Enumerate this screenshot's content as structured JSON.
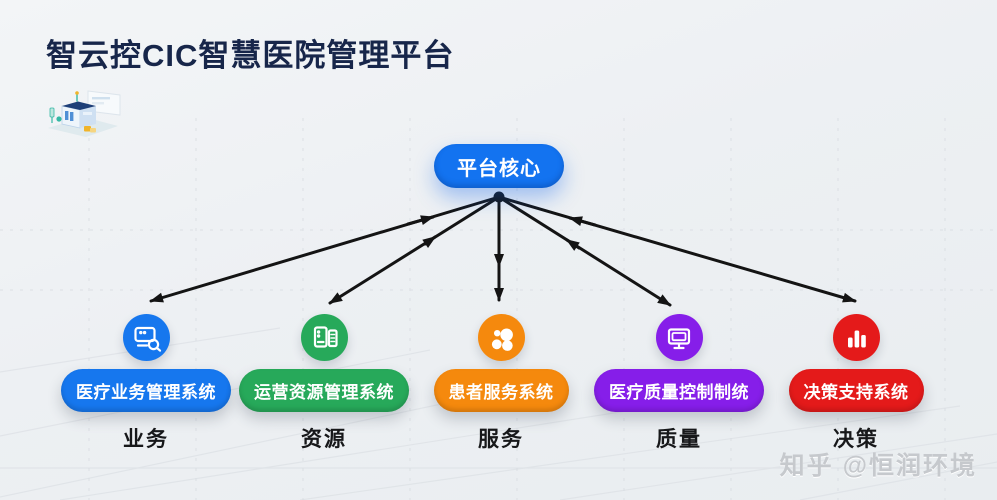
{
  "title": "智云控CIC智慧医院管理平台",
  "diagram": {
    "center": {
      "label": "平台核心",
      "color": "#1373f0"
    },
    "nodes": [
      {
        "system": "医疗业务管理系统",
        "category": "业务",
        "color": "#1677ee",
        "icon": "monitor-search-icon"
      },
      {
        "system": "运营资源管理系统",
        "category": "资源",
        "color": "#27a95a",
        "icon": "documents-icon"
      },
      {
        "system": "患者服务系统",
        "category": "服务",
        "color": "#f5890d",
        "icon": "bubbles-cluster-icon"
      },
      {
        "system": "医疗质量控制制统",
        "category": "质量",
        "color": "#861ee9",
        "icon": "monitor-icon"
      },
      {
        "system": "决策支持系统",
        "category": "决策",
        "color": "#e41a1a",
        "icon": "bar-chart-icon"
      }
    ]
  },
  "watermark": "知乎 @恒润环境",
  "palette": {
    "background": "#edf0f3",
    "title_text": "#17264a",
    "arrow": "#141414",
    "grid_line": "#d8dce1",
    "watermark_text": "#c6c9cd"
  }
}
